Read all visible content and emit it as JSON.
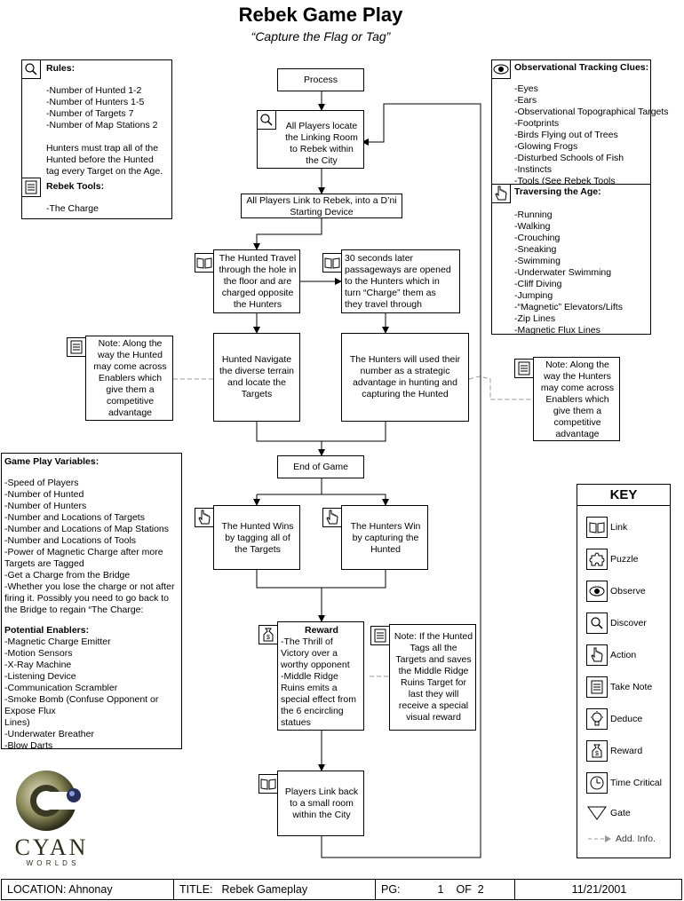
{
  "header": {
    "title": "Rebek Game Play",
    "subtitle": "“Capture the Flag or Tag”"
  },
  "rules": {
    "heading": "Rules:",
    "lines": [
      "-Number of Hunted 1-2",
      "-Number of Hunters 1-5",
      "-Number of Targets 7",
      "-Number of Map Stations 2",
      "",
      "Hunters must trap all of the",
      "Hunted before the Hunted",
      "tag every Target on the Age."
    ],
    "tools_heading": "Rebek Tools:",
    "tools_lines": [
      "-The Charge"
    ]
  },
  "clues": {
    "heading": "Observational Tracking Clues:",
    "lines": [
      "-Eyes",
      "-Ears",
      "-Observational Topographical Targets",
      "-Footprints",
      "-Birds Flying out of Trees",
      "-Glowing Frogs",
      "-Disturbed Schools of Fish",
      "-Instincts",
      "-Tools (See Rebek Tools"
    ],
    "traverse_heading": "Traversing the Age:",
    "traverse_lines": [
      "-Running",
      "-Walking",
      "-Crouching",
      "-Sneaking",
      "-Swimming",
      "-Underwater Swimming",
      "-Cliff Diving",
      "-Jumping",
      "-“Magnetic” Elevators/Lifts",
      "-Zip Lines",
      "-Magnetic Flux Lines"
    ]
  },
  "flow": {
    "process": "Process",
    "locate": [
      "All Players locate",
      "the Linking Room",
      "to Rebek within",
      "the City"
    ],
    "link": [
      "All Players Link to Rebek, into a D’ni",
      "Starting Device"
    ],
    "hunted_travel": [
      "The Hunted Travel",
      "through the hole in",
      "the floor and are",
      "charged opposite",
      "the Hunters"
    ],
    "passageways": [
      "30 seconds later",
      "passageways are opened",
      "to the Hunters which in",
      "turn “Charge” them as",
      "they travel through"
    ],
    "hunted_navigate": [
      "Hunted Navigate",
      "the diverse terrain",
      "and locate the",
      "Targets"
    ],
    "hunters_number": [
      "The Hunters will used their",
      "number as a strategic",
      "advantage in hunting and",
      "capturing the Hunted"
    ],
    "end_game": "End of Game",
    "hunted_wins": [
      "The Hunted Wins",
      "by tagging all of",
      "the Targets"
    ],
    "hunters_win": [
      "The Hunters Win",
      "by capturing the",
      "Hunted"
    ],
    "reward_heading": "Reward",
    "reward_lines": [
      "-The Thrill of",
      "Victory over a",
      "worthy opponent",
      "-Middle Ridge",
      "Ruins emits a",
      "special effect from",
      "the 6 encircling",
      "statues"
    ],
    "link_back": [
      "Players Link back",
      "to a small room",
      "within the City"
    ]
  },
  "notes": {
    "hunted_note": [
      "Note: Along the",
      "way the Hunted",
      "may come across",
      "Enablers which",
      "give them a",
      "competitive",
      "advantage"
    ],
    "hunters_note": [
      "Note: Along the",
      "way the Hunters",
      "may come across",
      "Enablers which",
      "give them a",
      "competitive",
      "advantage"
    ],
    "reward_note": [
      "Note: If the Hunted",
      "Tags all the",
      "Targets and saves",
      "the Middle Ridge",
      "Ruins Target for",
      "last they will",
      "receive a special",
      "visual reward"
    ]
  },
  "variables": {
    "heading": "Game Play Variables:",
    "lines": [
      "-Speed of Players",
      "-Number of Hunted",
      "-Number of Hunters",
      "-Number and Locations of Targets",
      "-Number and Locations of Map Stations",
      "-Number and Locations of Tools",
      "-Power of Magnetic Charge after more",
      "Targets are Tagged",
      "-Get a Charge from the Bridge",
      "-Whether you lose the charge or not after",
      "firing it. Possibly you need to go back to",
      "the Bridge to regain “The Charge:"
    ],
    "enablers_heading": "Potential Enablers:",
    "enablers_lines": [
      "-Magnetic Charge Emitter",
      "-Motion Sensors",
      "-X-Ray Machine",
      "-Listening Device",
      "-Communication Scrambler",
      "-Smoke Bomb (Confuse Opponent or",
      "Expose Flux",
      "Lines)",
      "-Underwater Breather",
      "-Blow Darts"
    ]
  },
  "key": {
    "title": "KEY",
    "items": [
      "Link",
      "Puzzle",
      "Observe",
      "Discover",
      "Action",
      "Take Note",
      "Deduce",
      "Reward",
      "Time Critical",
      "Gate",
      "Add. Info."
    ]
  },
  "logo": {
    "name": "CYAN",
    "sub": "W O R L D S"
  },
  "footer": {
    "location": "LOCATION: Ahnonay",
    "title_label": "TITLE:",
    "title_value": "Rebek Gameplay",
    "pg_label": "PG:",
    "pg_num": "1",
    "pg_of": "OF  2",
    "date": "11/21/2001"
  }
}
